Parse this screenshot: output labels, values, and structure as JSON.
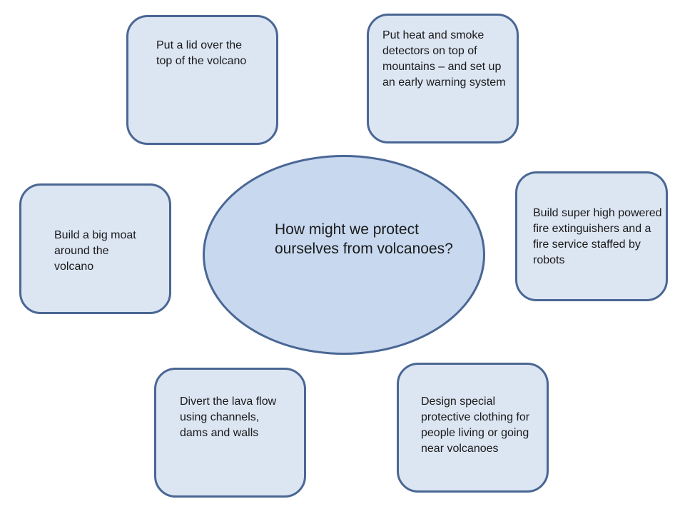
{
  "center": {
    "text": "How might we protect ourselves from volcanoes?"
  },
  "ideas": [
    "Put a lid over the top of the volcano",
    "Put heat and smoke detectors on top of mountains – and set up an early warning system",
    "Build super high powered fire extinguishers and a fire service staffed by robots",
    "Design special protective clothing for people living or going near volcanoes",
    "Divert the lava flow using channels, dams and walls",
    "Build a big moat around the volcano"
  ],
  "colors": {
    "box_fill": "#dce5f2",
    "ellipse_fill": "#c7d8ef",
    "border": "#4a6794"
  }
}
